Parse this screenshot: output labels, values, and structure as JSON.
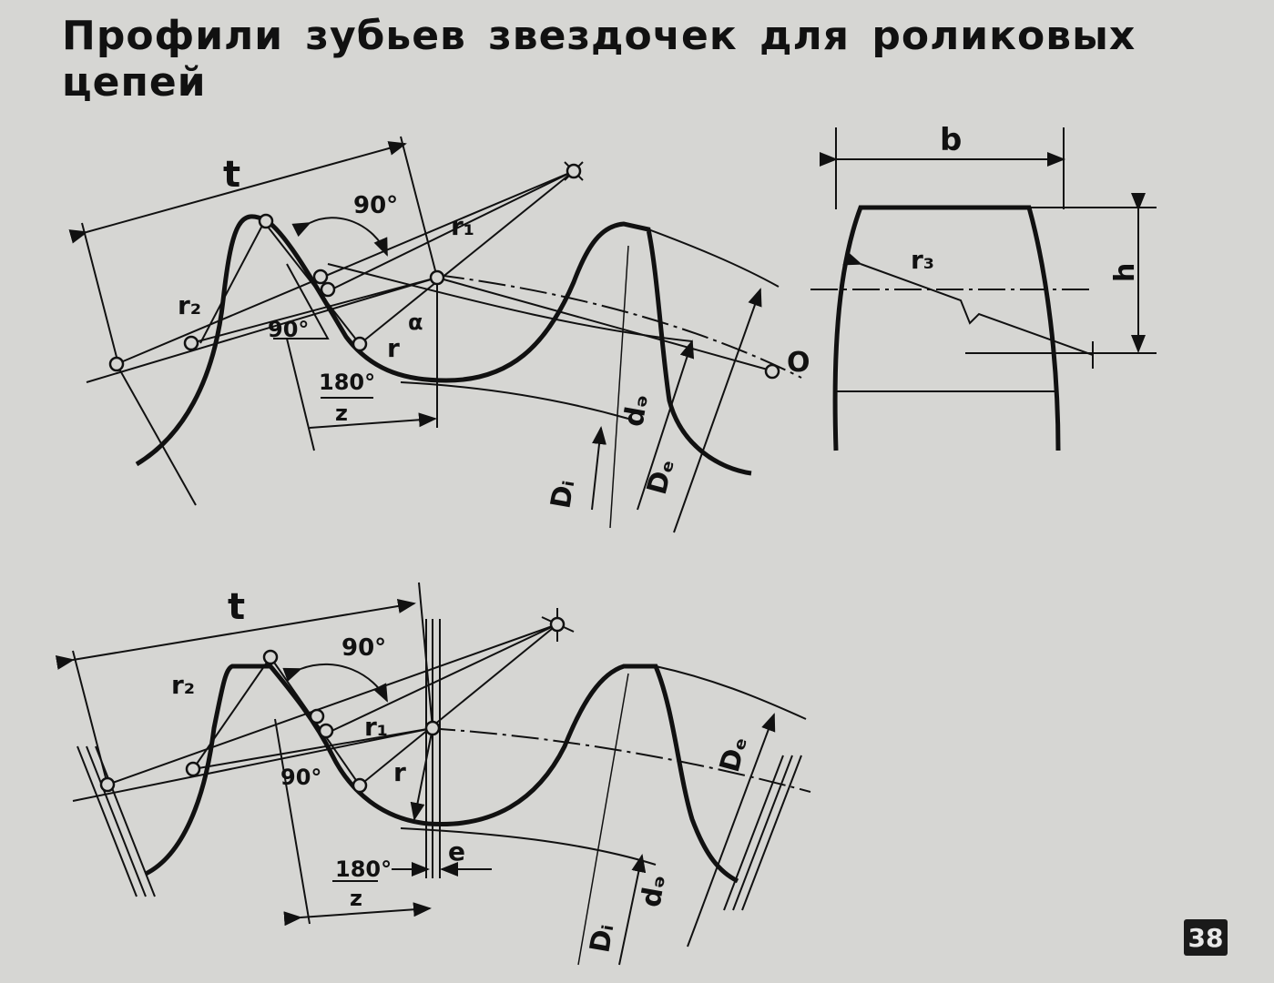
{
  "title": "Профили зубьев звездочек для роликовых цепей",
  "page_number": "38",
  "top_diagram": {
    "pitch": "t",
    "angle_a": "90°",
    "angle_b": "90°",
    "r1": "r₁",
    "r2": "r₂",
    "r": "r",
    "alpha": "α",
    "frac_num": "180°",
    "frac_den": "z",
    "center": "O",
    "di": "Dᵢ",
    "da": "dₔ",
    "de": "Dₑ"
  },
  "side_diagram": {
    "b": "b",
    "h": "h",
    "r3": "r₃"
  },
  "bottom_diagram": {
    "pitch": "t",
    "angle_a": "90°",
    "angle_b": "90°",
    "r1": "r₁",
    "r2": "r₂",
    "r": "r",
    "frac_num": "180°",
    "frac_den": "z",
    "e": "e",
    "di": "Dᵢ",
    "da": "dₔ",
    "de": "Dₑ"
  }
}
